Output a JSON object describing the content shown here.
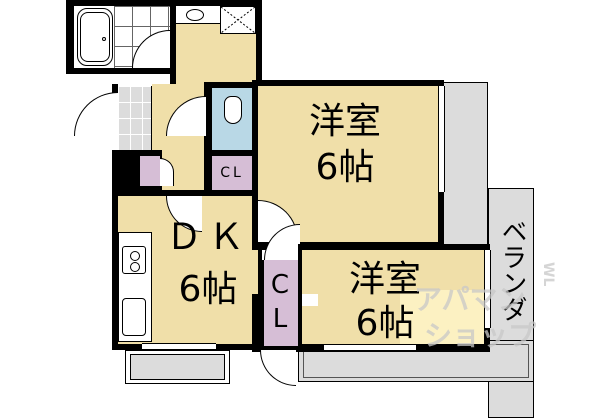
{
  "floorplan": {
    "rooms": [
      {
        "id": "western-room-1",
        "name": "洋室",
        "size": "6帖"
      },
      {
        "id": "western-room-2",
        "name": "洋室",
        "size": "6帖"
      },
      {
        "id": "dining-kitchen",
        "name": "ＤＫ",
        "size": "6帖"
      }
    ],
    "closets": [
      {
        "id": "closet-small",
        "label": "CL"
      },
      {
        "id": "closet-tall",
        "label_top": "C",
        "label_bottom": "L"
      }
    ],
    "balcony": {
      "label": "ベランダ"
    },
    "fixtures": [
      "bathtub-icon",
      "sink-icon",
      "washer-space-icon",
      "toilet-icon",
      "stove-icon",
      "kitchen-sink-icon",
      "shoe-box-icon"
    ],
    "watermark": {
      "line1": "アパマン",
      "line2": "ショップ",
      "small": "WL"
    },
    "colors": {
      "room_floor": "#f0dfa9",
      "wet_area": "#b9d8e6",
      "closet": "#d6bed6",
      "tile_balcony": "#dcdcdc",
      "wall": "#000000"
    }
  }
}
